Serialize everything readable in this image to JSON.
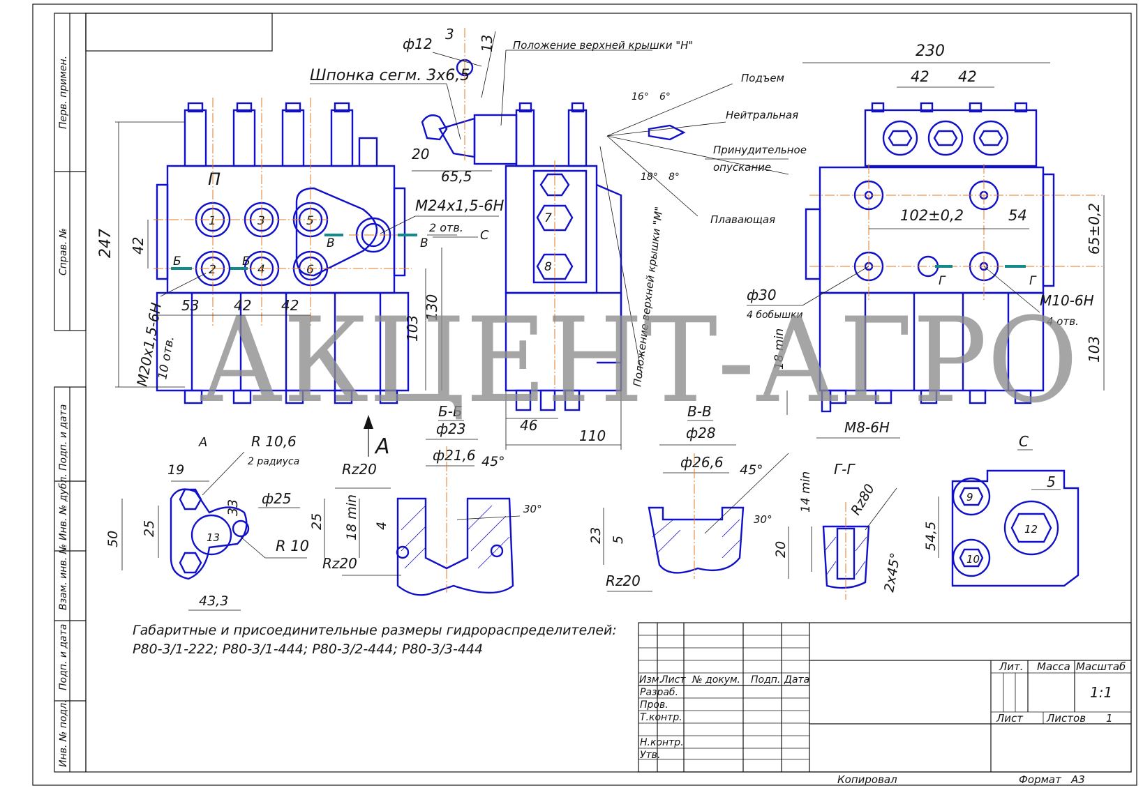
{
  "watermark": "АКЦЕНТ-АГРО",
  "side_strip": {
    "top": [
      "Перв. примен.",
      "Справ. №"
    ],
    "bottom": [
      "Подп. и дата",
      "Инв. № дубл.",
      "Взам. инв. №",
      "Подп. и дата",
      "Инв. № подл."
    ]
  },
  "front_view": {
    "port_numbers": [
      "1",
      "2",
      "3",
      "4",
      "5",
      "6"
    ],
    "cover_letter": "П",
    "dims": {
      "d247": "247",
      "d42v": "42",
      "d53": "53",
      "d42a": "42",
      "d42b": "42",
      "d103": "103",
      "d130": "130",
      "thread_m20": "М20х1,5-6Н",
      "holes10": "10 отв.",
      "thread_m24": "М24х1,5-6Н",
      "holes2": "2 отв.",
      "c_arrow": "С"
    },
    "section_marks": [
      "Б",
      "Б",
      "В",
      "В"
    ],
    "view_a": "А"
  },
  "lever_detail": {
    "key": "Шпонка сегм. 3х6,5",
    "phi12": "ф12",
    "d3": "3",
    "d13": "13",
    "d20": "20",
    "d65_5": "65,5",
    "top_cover_h": "Положение верхней крышки \"Н\"",
    "top_cover_m": "Положение верхней крышки \"М\""
  },
  "side_view": {
    "spool_numbers": [
      "7",
      "8"
    ],
    "dims": {
      "d46": "46",
      "d110": "110"
    }
  },
  "positions": {
    "items": [
      "Подъем",
      "Нейтральная",
      "Принудительное",
      "опускание",
      "Плавающая"
    ],
    "angles": [
      "16°",
      "6°",
      "18°",
      "8°"
    ]
  },
  "rear_view": {
    "dims": {
      "d230": "230",
      "d42a": "42",
      "d42b": "42",
      "d102": "102±0,2",
      "d54": "54",
      "d65": "65±0,2",
      "phi30": "ф30",
      "bosses": "4 бобышки",
      "m10": "М10-6Н",
      "holes4": "4 отв.",
      "d103": "103",
      "d18": "18 min",
      "m8": "М8-6Н"
    },
    "section_marks": [
      "Г",
      "Г"
    ]
  },
  "view_a_detail": {
    "title": "А",
    "dims": {
      "r10_6": "R 10,6",
      "radii2": "2 радиуса",
      "d19": "19",
      "d33": "33",
      "phi25": "ф25",
      "d25": "25",
      "d50": "50",
      "r10": "R 10",
      "d43_3": "43,3",
      "hole": "13"
    }
  },
  "section_bb": {
    "title": "Б-Б",
    "dims": {
      "phi23": "ф23",
      "phi21_6": "ф21,6",
      "ang45": "45°",
      "rz20a": "Rz20",
      "rz20b": "Rz20",
      "d25": "25",
      "d18": "18 min",
      "d4": "4",
      "ang30": "30°"
    }
  },
  "section_vv": {
    "title": "В-В",
    "dims": {
      "phi28": "ф28",
      "phi26_6": "ф26,6",
      "ang45": "45°",
      "ang30": "30°",
      "d23": "23",
      "d5": "5",
      "rz20": "Rz20"
    }
  },
  "section_gg": {
    "title": "Г-Г",
    "dims": {
      "d14": "14 min",
      "rz80": "Rz80",
      "d20": "20",
      "chamfer": "2х45°"
    }
  },
  "view_c": {
    "title": "С",
    "dims": {
      "d5": "5",
      "d54_5": "54,5"
    },
    "numbers": [
      "9",
      "12",
      "10"
    ]
  },
  "notes": {
    "line1": "Габаритные и присоединительные размеры гидрораспределителей:",
    "line2": "Р80-3/1-222; Р80-3/1-444; Р80-3/2-444; Р80-3/3-444"
  },
  "title_block": {
    "col_headers": [
      "Изм.",
      "Лист",
      "№ докум.",
      "Подп.",
      "Дата"
    ],
    "rows": [
      "Разраб.",
      "Пров.",
      "Т.контр.",
      "Н.контр.",
      "Утв."
    ],
    "lit": "Лит.",
    "mass": "Масса",
    "scale_label": "Масштаб",
    "scale": "1:1",
    "sheet": "Лист",
    "sheets": "Листов",
    "sheets_count": "1"
  },
  "footer": {
    "copied": "Копировал",
    "format_label": "Формат",
    "format": "А3"
  }
}
